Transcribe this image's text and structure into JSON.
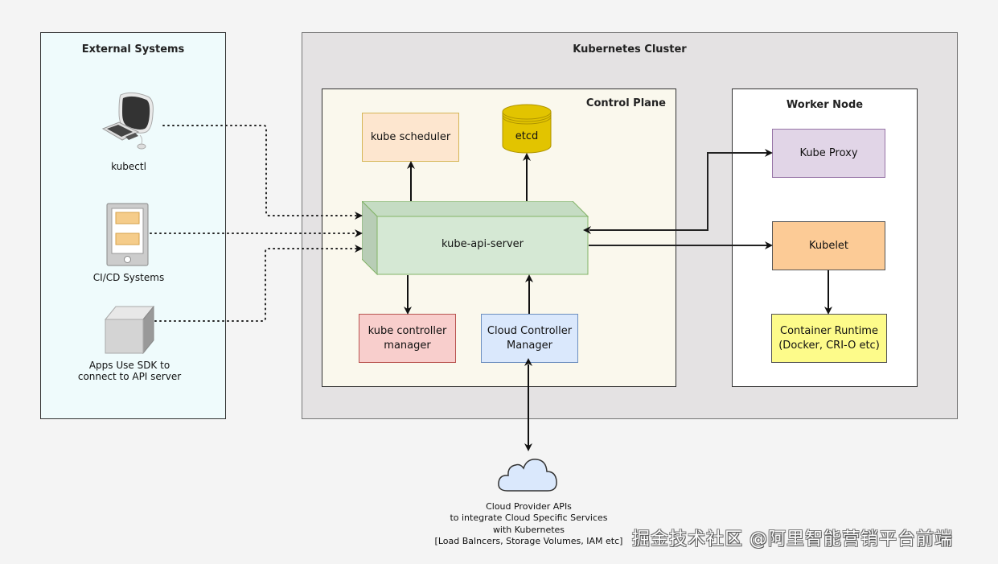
{
  "groups": {
    "external": {
      "title": "External Systems"
    },
    "cluster": {
      "title": "Kubernetes Cluster"
    },
    "control_plane": {
      "title": "Control Plane"
    },
    "worker_node": {
      "title": "Worker Node"
    }
  },
  "external_clients": [
    {
      "label": "kubectl",
      "icon": "desktop-computer-icon"
    },
    {
      "label": "CI/CD Systems",
      "icon": "tablet-icon"
    },
    {
      "label_lines": [
        "Apps Use SDK to",
        "connect to API server"
      ],
      "icon": "cube-icon"
    }
  ],
  "components": {
    "kube_scheduler": "kube scheduler",
    "etcd": "etcd",
    "kube_api_server": "kube-api-server",
    "kube_controller_manager": [
      "kube controller",
      "manager"
    ],
    "cloud_controller_manager": [
      "Cloud Controller",
      "Manager"
    ],
    "kube_proxy": "Kube Proxy",
    "kubelet": "Kubelet",
    "container_runtime": [
      "Container Runtime",
      "(Docker, CRI-O etc)"
    ]
  },
  "cloud_provider": {
    "label_lines": [
      "Cloud Provider APIs",
      "to integrate Cloud Specific Services",
      "with Kubernetes",
      "[Load Balncers, Storage Volumes, IAM etc]"
    ]
  },
  "colors": {
    "external_bg": "#effbfc",
    "cluster_bg": "#e4e2e3",
    "control_plane_bg": "#faf8ed",
    "worker_bg": "#ffffff",
    "scheduler_fill": "#fde6cf",
    "etcd_fill": "#e2c400",
    "api_server_fill": "#d5e8d4",
    "controller_fill": "#f8cecc",
    "cloud_controller_fill": "#dae8fc",
    "proxy_fill": "#e1d5e7",
    "kubelet_fill": "#fccb96",
    "runtime_fill": "#fdfb8a"
  },
  "watermark": "掘金技术社区 @阿里智能营销平台前端"
}
